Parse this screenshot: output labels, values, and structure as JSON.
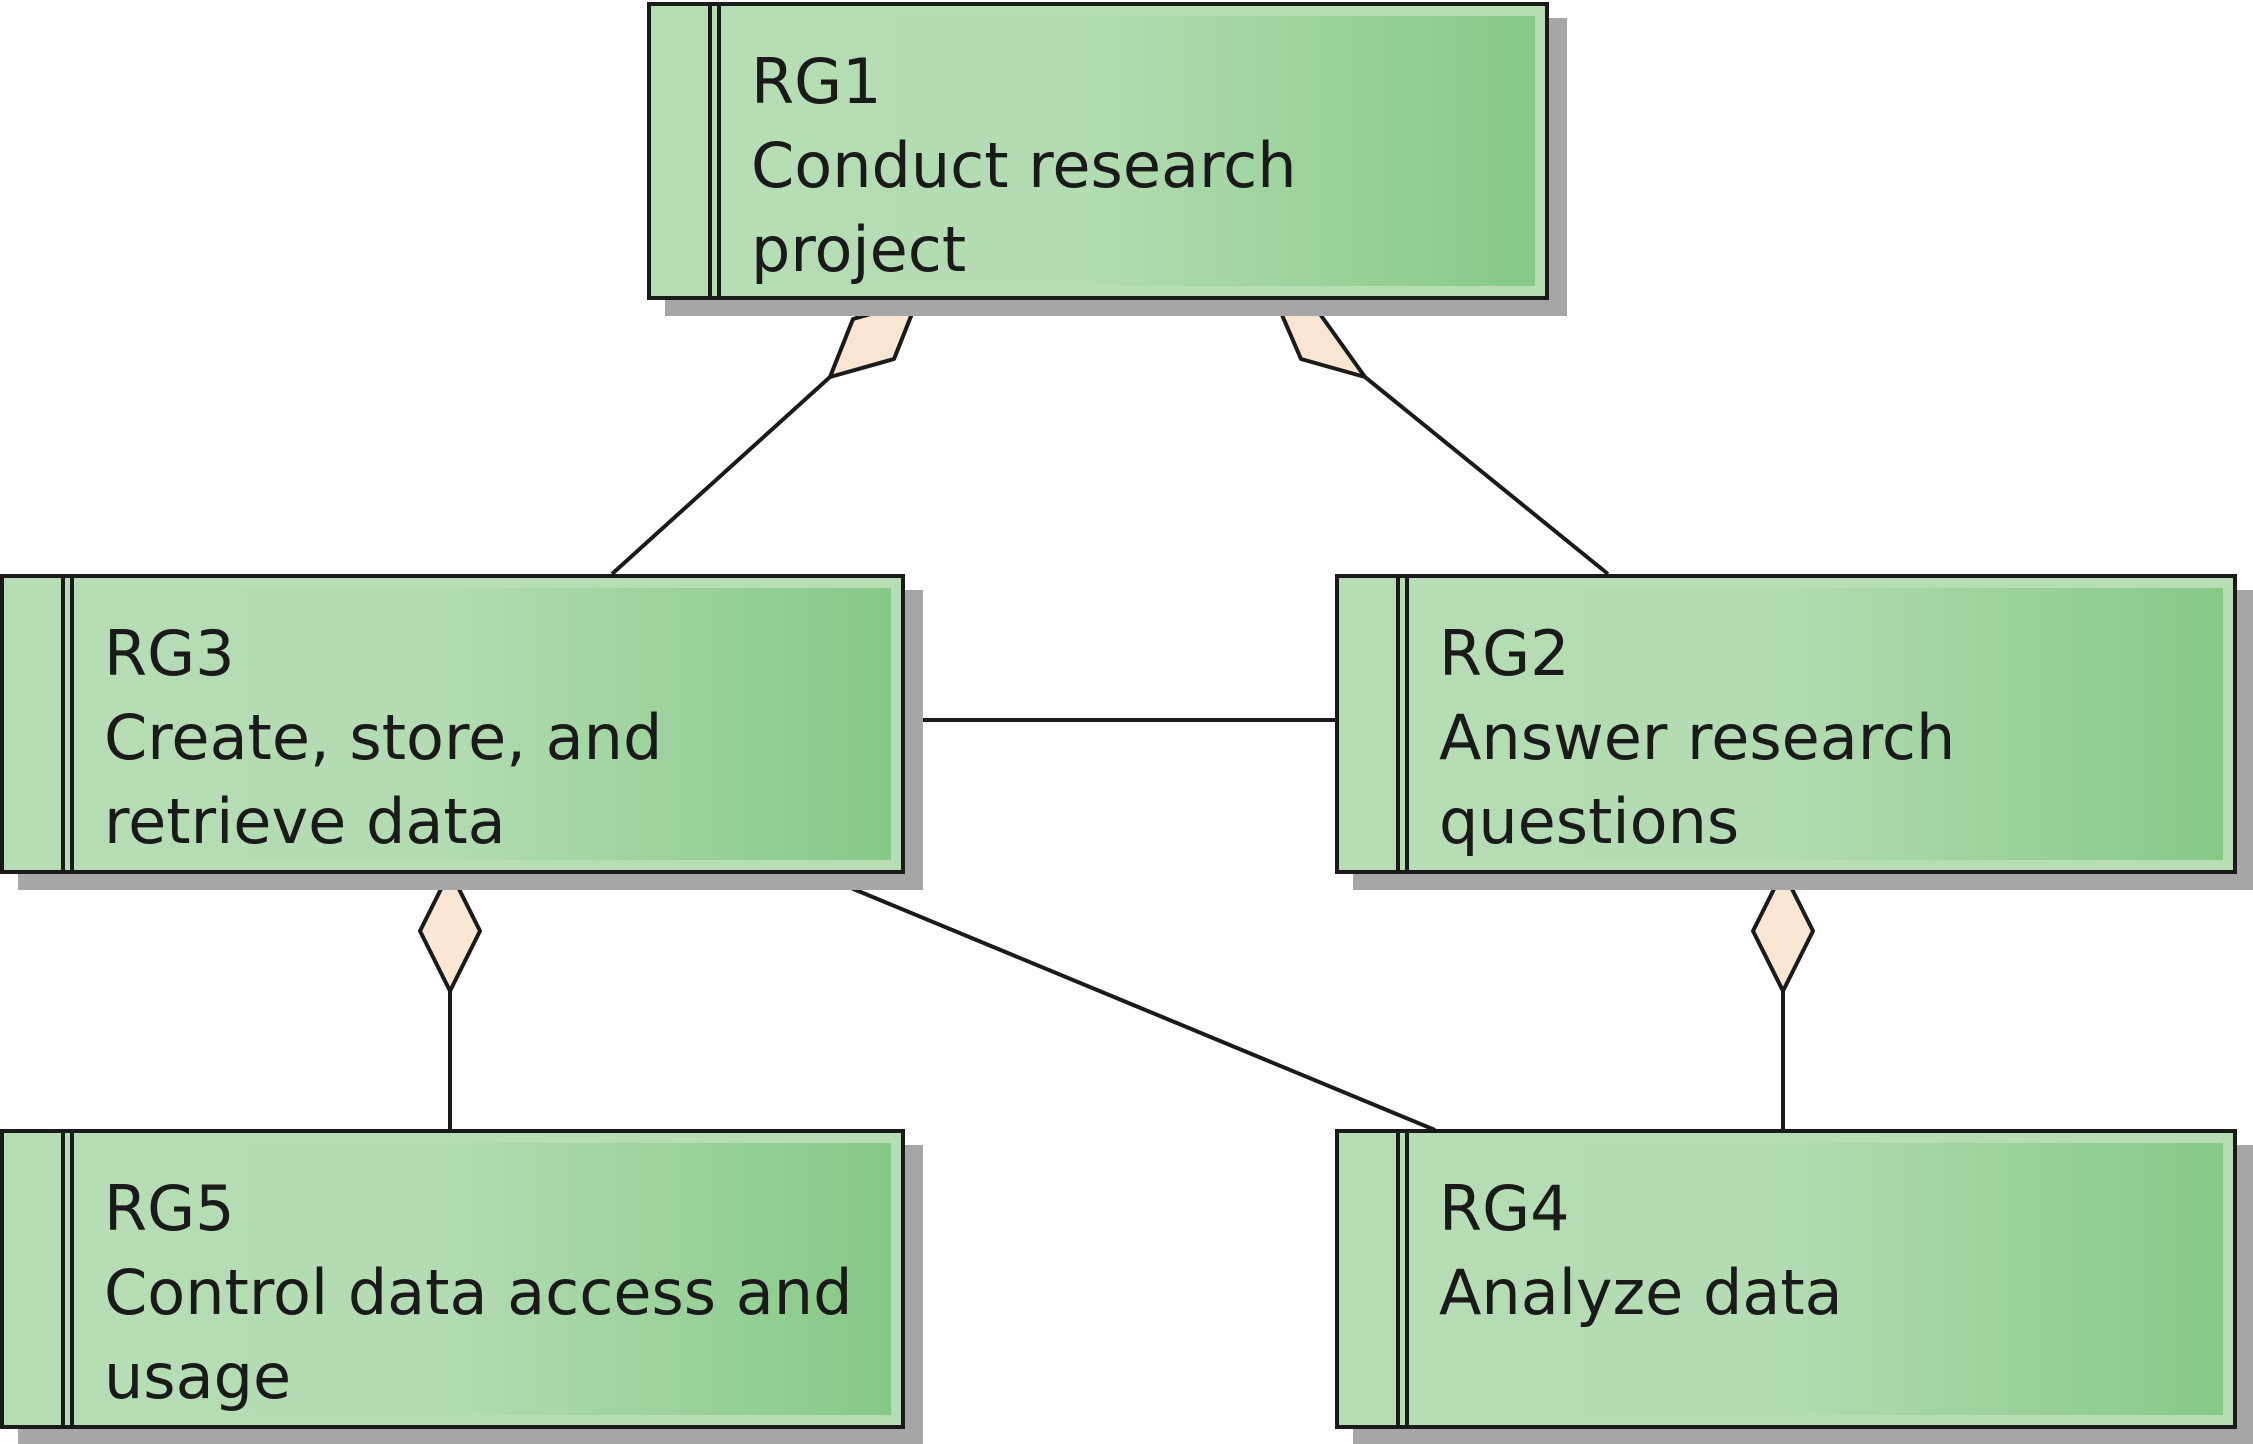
{
  "goals": [
    {
      "id": "RG1",
      "label": "Conduct research project"
    },
    {
      "id": "RG2",
      "label": "Answer research questions"
    },
    {
      "id": "RG3",
      "label": "Create, store, and retrieve data"
    },
    {
      "id": "RG4",
      "label": "Analyze data"
    },
    {
      "id": "RG5",
      "label": "Control data access and usage"
    }
  ],
  "colors": {
    "box_fill": "#b6ddb4",
    "box_gradient_end": "#86c987",
    "diamond_fill": "#f8e6d2",
    "stroke": "#1a1a1a",
    "shadow": "#a6a6a8"
  }
}
